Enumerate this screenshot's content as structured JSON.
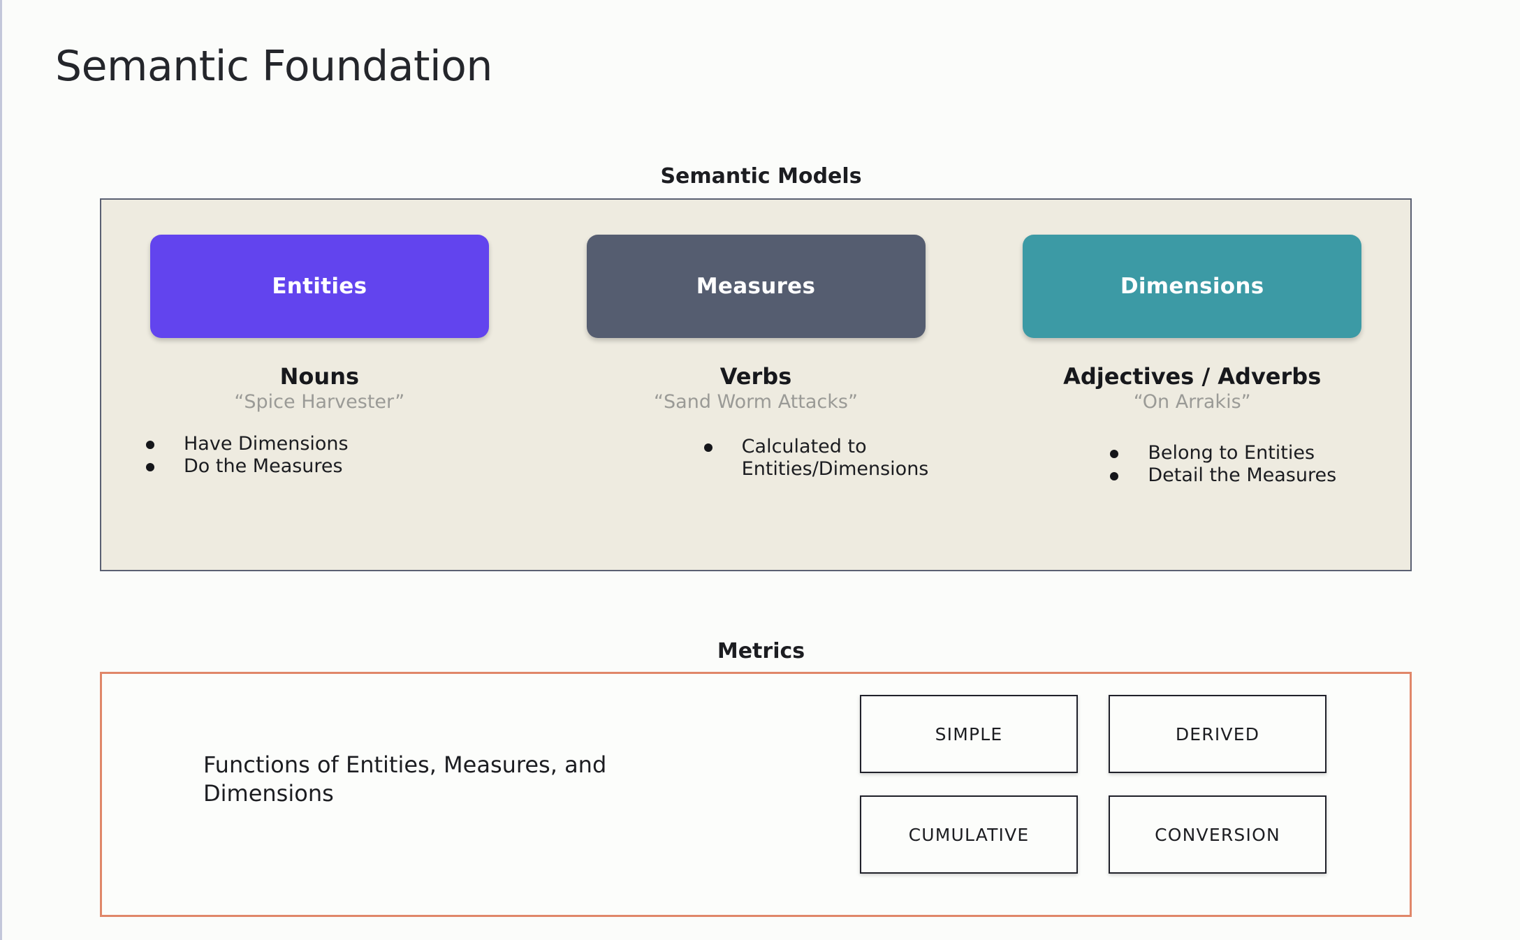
{
  "slide": {
    "title": "Semantic Foundation"
  },
  "semantic_models": {
    "caption": "Semantic Models",
    "columns": [
      {
        "chip_label": "Entities",
        "chip_color": "#6244EE",
        "part_of_speech": "Nouns",
        "example": "“Spice Harvester”",
        "bullets": [
          "Have Dimensions",
          "Do the Measures"
        ]
      },
      {
        "chip_label": "Measures",
        "chip_color": "#555D70",
        "part_of_speech": "Verbs",
        "example": "“Sand Worm Attacks”",
        "bullets": [
          "Calculated to Entities/Dimensions"
        ]
      },
      {
        "chip_label": "Dimensions",
        "chip_color": "#3C9AA5",
        "part_of_speech": "Adjectives / Adverbs",
        "example": "“On Arrakis”",
        "bullets": [
          "Belong to Entities",
          "Detail the Measures"
        ]
      }
    ]
  },
  "metrics": {
    "caption": "Metrics",
    "description": "Functions of Entities, Measures, and Dimensions",
    "border_color": "#E08769",
    "types": [
      "SIMPLE",
      "DERIVED",
      "CUMULATIVE",
      "CONVERSION"
    ]
  }
}
